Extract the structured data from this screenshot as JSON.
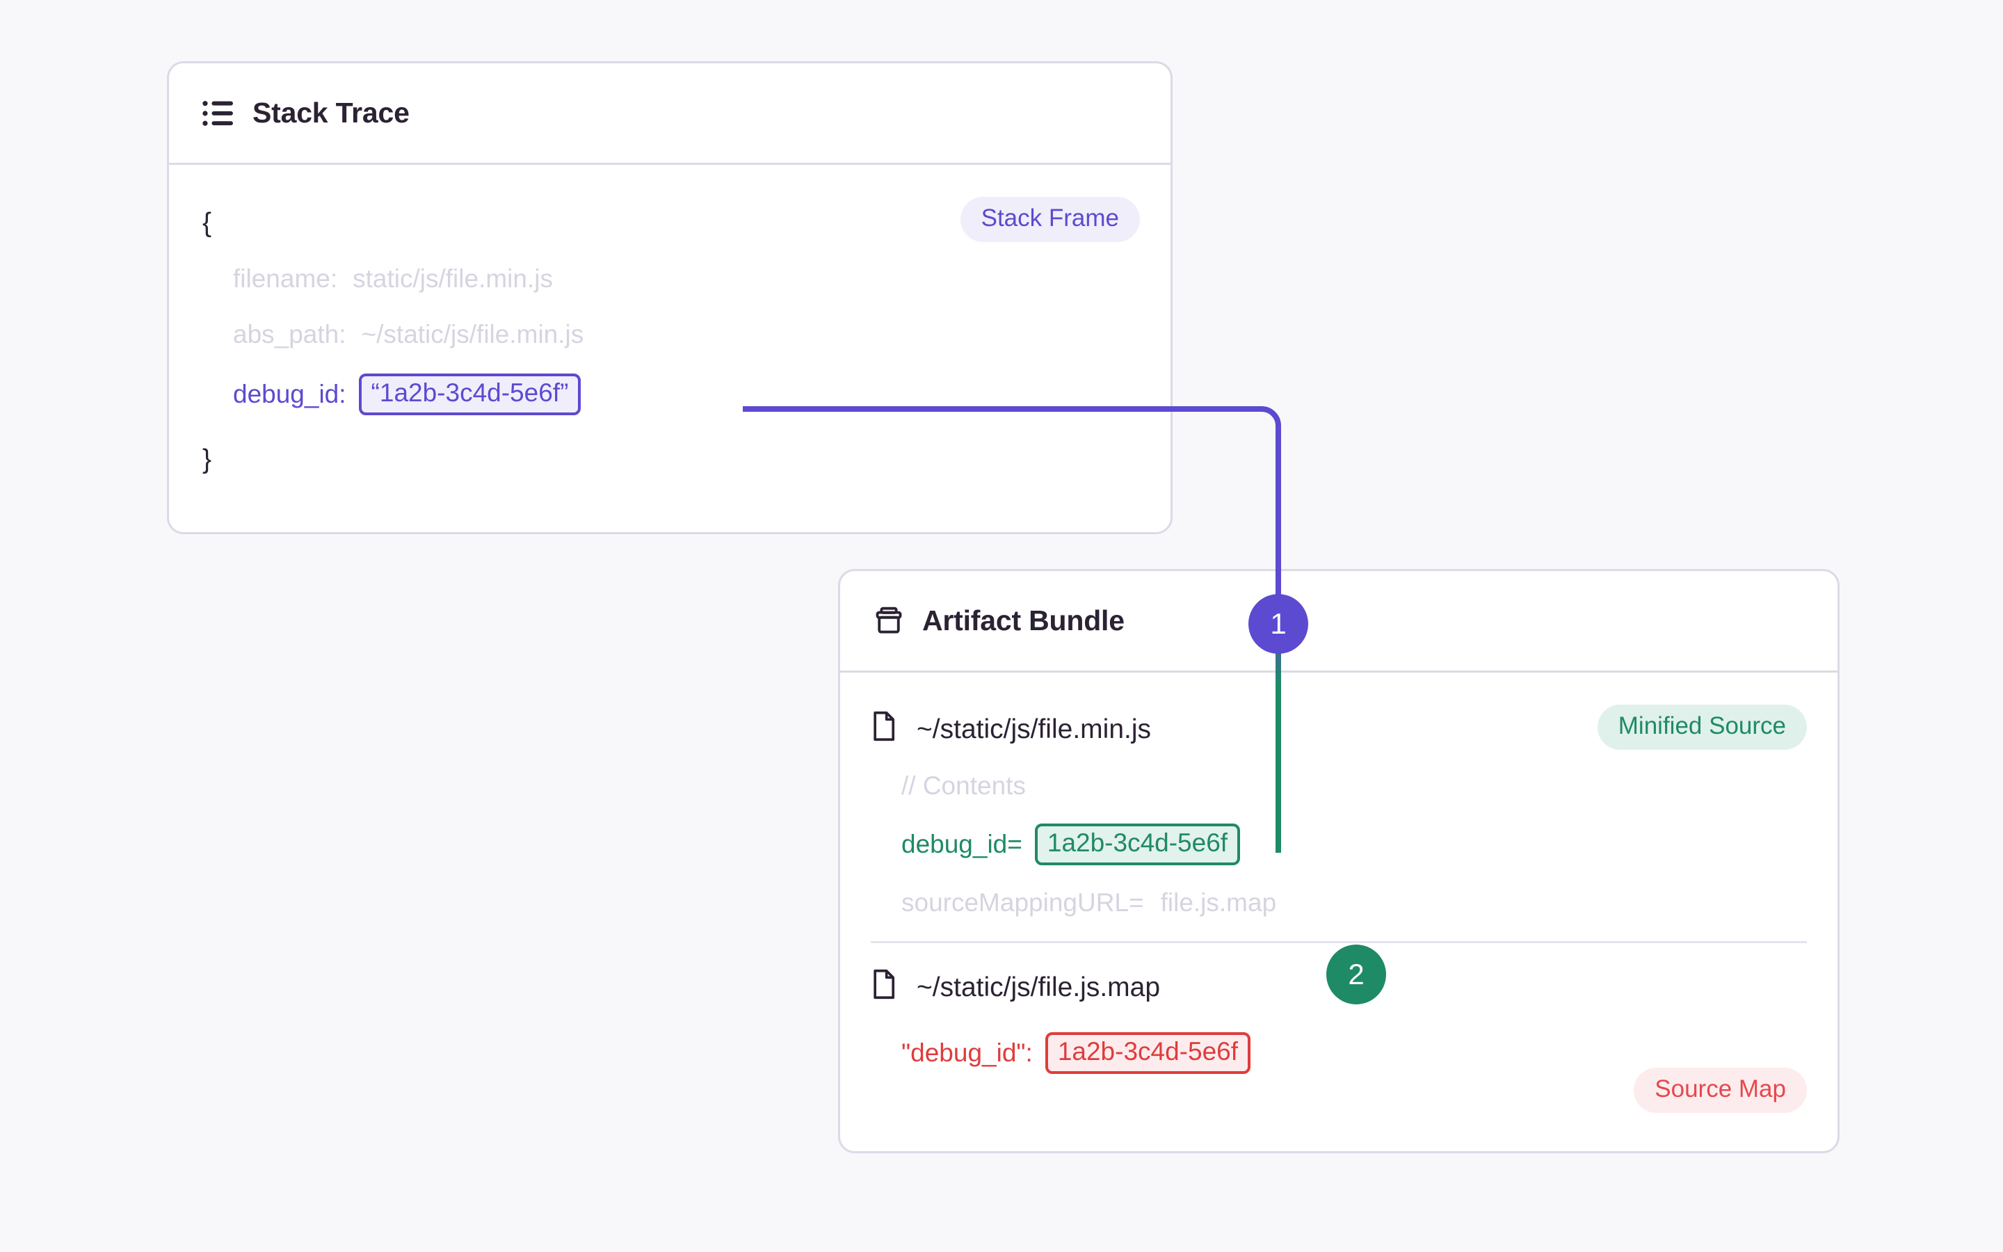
{
  "background_color": "#f8f8fa",
  "colors": {
    "purple": "#5c4ad0",
    "purple_bg": "#f0eefb",
    "green": "#1f8a66",
    "green_bg": "#e2f2ec",
    "red": "#e03c3c",
    "red_bg": "#fdeced",
    "muted_text": "#d6d4e0",
    "card_border": "#dcdae6",
    "heading_text": "#2b2233"
  },
  "stack_trace_card": {
    "title": "Stack Trace",
    "icon": "list-icon",
    "badge": "Stack Frame",
    "lines": {
      "open_brace": "{",
      "close_brace": "}",
      "filename_key": "filename:",
      "filename_value": "static/js/file.min.js",
      "abs_path_key": "abs_path:",
      "abs_path_value": "~/static/js/file.min.js",
      "debug_id_key": "debug_id:",
      "debug_id_value": "“1a2b-3c4d-5e6f”"
    }
  },
  "artifact_bundle_card": {
    "title": "Artifact Bundle",
    "icon": "archive-icon",
    "files": [
      {
        "icon": "file-icon",
        "path": "~/static/js/file.min.js",
        "badge": "Minified Source",
        "lines": {
          "comment": "// Contents",
          "debug_id_key": "debug_id=",
          "debug_id_value": "1a2b-3c4d-5e6f",
          "source_map_key": "sourceMappingURL=",
          "source_map_value": "file.js.map"
        }
      },
      {
        "icon": "file-icon",
        "path": "~/static/js/file.js.map",
        "badge": "Source Map",
        "lines": {
          "debug_id_key": "\"debug_id\":",
          "debug_id_value": "1a2b-3c4d-5e6f"
        }
      }
    ]
  },
  "steps": [
    {
      "label": "1",
      "color": "#5c4ad0"
    },
    {
      "label": "2",
      "color": "#1f8a66"
    }
  ]
}
